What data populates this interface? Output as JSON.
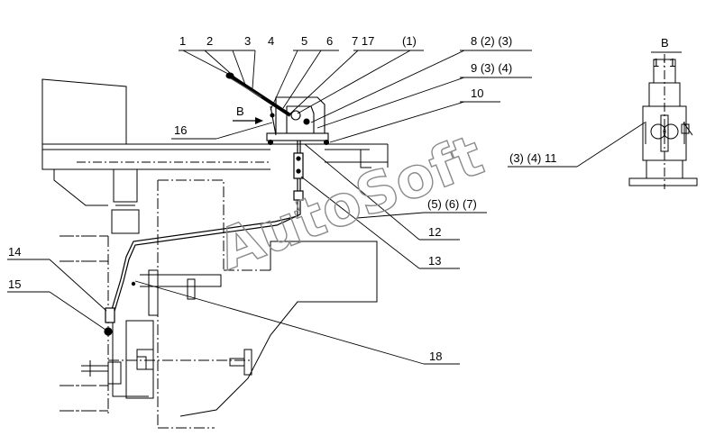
{
  "callouts": {
    "c1": "1",
    "c2": "2",
    "c3": "3",
    "c4": "4",
    "c5": "5",
    "c6": "6",
    "c7_17": "7 17",
    "c_1p": "(1)",
    "c8": "8 (2) (3)",
    "c9": "9 (3) (4)",
    "c10": "10",
    "c16": "16",
    "c_567": "(5) (6) (7)",
    "c12": "12",
    "c13": "13",
    "c14": "14",
    "c15": "15",
    "c18": "18",
    "c11": "(3) (4) 11"
  },
  "view": {
    "marker": "B",
    "title": "B",
    "scale": "1 : 1"
  },
  "watermark": "AutoSoft"
}
